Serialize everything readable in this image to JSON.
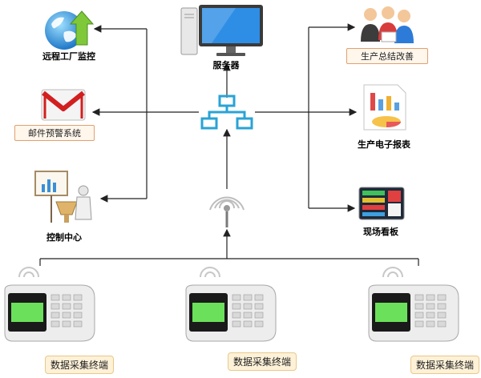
{
  "nodes": {
    "remote_monitor": "远程工厂监控",
    "server": "服务器",
    "production_improve": "生产总结改善",
    "mail_alert": "邮件预警系统",
    "production_report": "生产电子报表",
    "control_center": "控制中心",
    "site_board": "现场看板"
  },
  "terminals": [
    "数据采集终端",
    "数据采集终端",
    "数据采集终端"
  ],
  "colors": {
    "line": "#222222",
    "network_icon": "#29a3d6",
    "label_box_border": "#e0a070",
    "terminal_label_bg": "#fdf1d8"
  }
}
